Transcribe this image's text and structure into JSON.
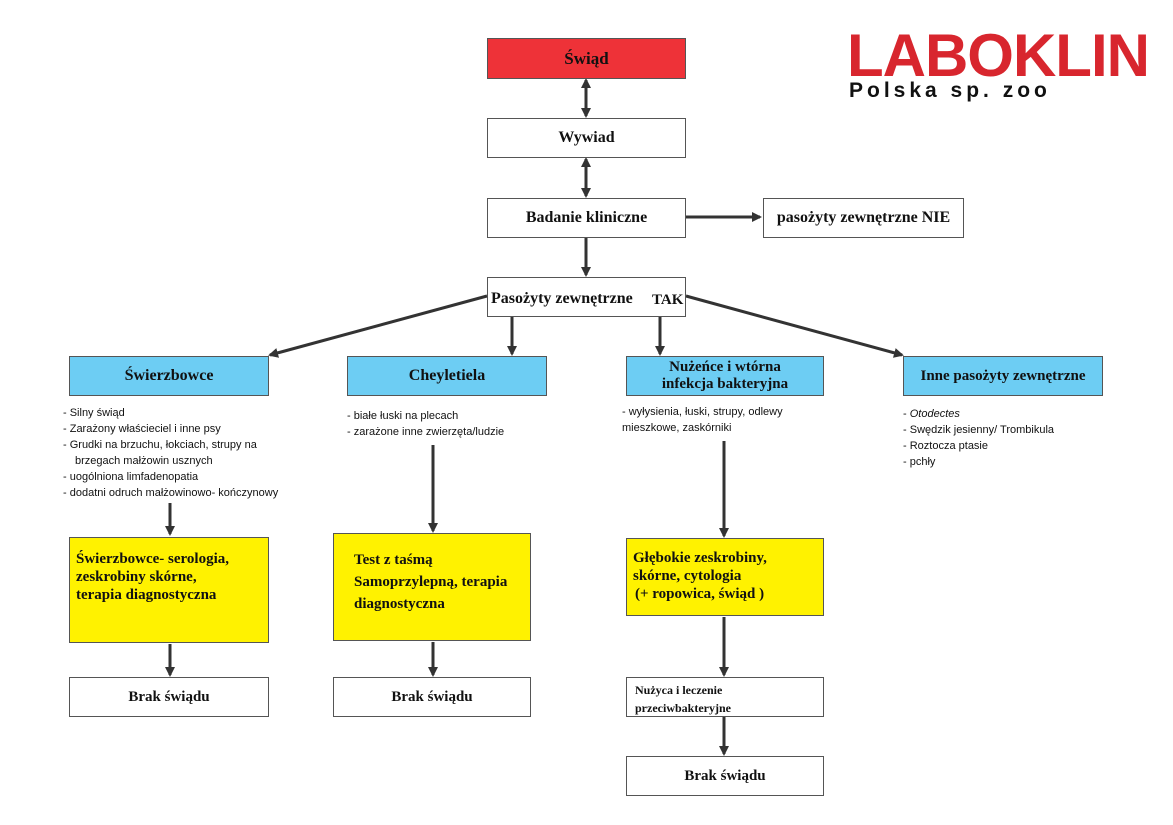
{
  "logo": {
    "brand": "LABOKLIN",
    "subtitle": "Polska sp. zoo"
  },
  "nodes": {
    "swiad": "Świąd",
    "wywiad": "Wywiad",
    "badanie": "Badanie kliniczne",
    "pasozyty_nie": "pasożyty zewnętrzne NIE",
    "pasozyty_tak": "Pasożyty zewnętrzne",
    "tak_label": "TAK"
  },
  "branches": {
    "swierzbowce": {
      "title": "Świerzbowce",
      "symptoms": [
        "-  Silny świąd",
        "-  Zarażony właścieciel i inne psy",
        "-  Grudki na brzuchu, łokciach, strupy na",
        "     brzegach małżowin usznych",
        "-  uogólniona limfadenopatia",
        "-  dodatni odruch małżowinowo- kończynowy"
      ],
      "test": [
        "Świerzbowce- serologia,",
        "zeskrobiny skórne,",
        "terapia diagnostyczna"
      ],
      "result": "Brak świądu"
    },
    "cheyletiela": {
      "title": "Cheyletiela",
      "symptoms": [
        "- białe łuski na plecach",
        "- zarażone inne zwierzęta/ludzie"
      ],
      "test": [
        "Test z taśmą",
        "Samoprzylepną, terapia",
        "diagnostyczna"
      ],
      "result": "Brak świądu"
    },
    "nuzeniec": {
      "title_lines": [
        "Nużeńce i wtórna",
        "infekcja bakteryjna"
      ],
      "symptoms": [
        "- wyłysienia, łuski, strupy, odlewy",
        "mieszkowe, zaskórniki"
      ],
      "test": [
        "Głębokie zeskrobiny,",
        "skórne, cytologia",
        "(+ ropowica, świąd )"
      ],
      "treatment": [
        "Nużyca i leczenie",
        "przeciwbakteryjne"
      ],
      "result": "Brak świądu"
    },
    "inne": {
      "title": "Inne pasożyty zewnętrzne",
      "symptoms": [
        "Otodectes",
        "Swędzik jesienny/ Trombikula",
        "Roztocza ptasie",
        "pchły"
      ]
    }
  },
  "colors": {
    "red": "#ee3238",
    "blue": "#6dcdf3",
    "yellow": "#fff200",
    "logo_red": "#d8262e"
  }
}
